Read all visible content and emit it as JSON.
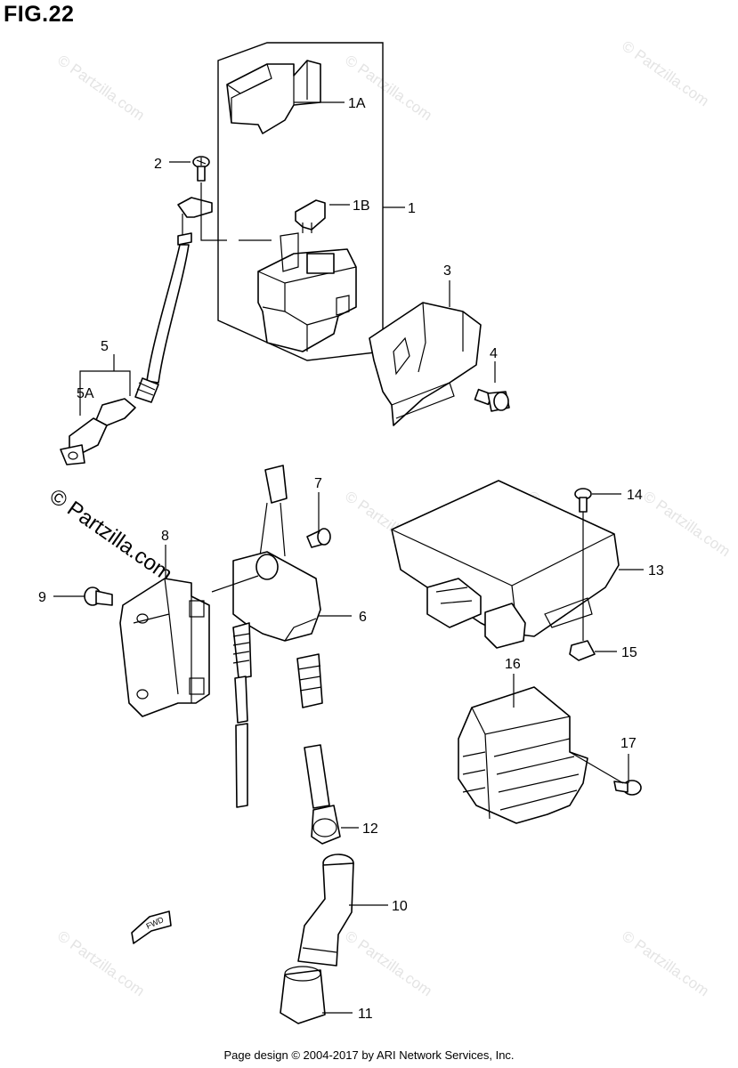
{
  "figure": {
    "title": "FIG.22"
  },
  "watermarks": {
    "small": [
      "© Partzilla.com",
      "© Partzilla.com",
      "© Partzilla.com",
      "© Partzilla.com",
      "© Partzilla.com",
      "© Partzilla.com",
      "© Partzilla.com",
      "© Partzilla.com",
      "© Partzilla.com"
    ],
    "large": "© Partzilla.com"
  },
  "callouts": {
    "c1A": "1A",
    "c1B": "1B",
    "c1": "1",
    "c2": "2",
    "c3": "3",
    "c4": "4",
    "c5": "5",
    "c5A": "5A",
    "c6": "6",
    "c7": "7",
    "c8": "8",
    "c9": "9",
    "c10": "10",
    "c11": "11",
    "c12": "12",
    "c13": "13",
    "c14": "14",
    "c15": "15",
    "c16": "16",
    "c17": "17"
  },
  "fwd_label": "FWD",
  "footer": "Page design © 2004-2017 by ARI Network Services, Inc."
}
